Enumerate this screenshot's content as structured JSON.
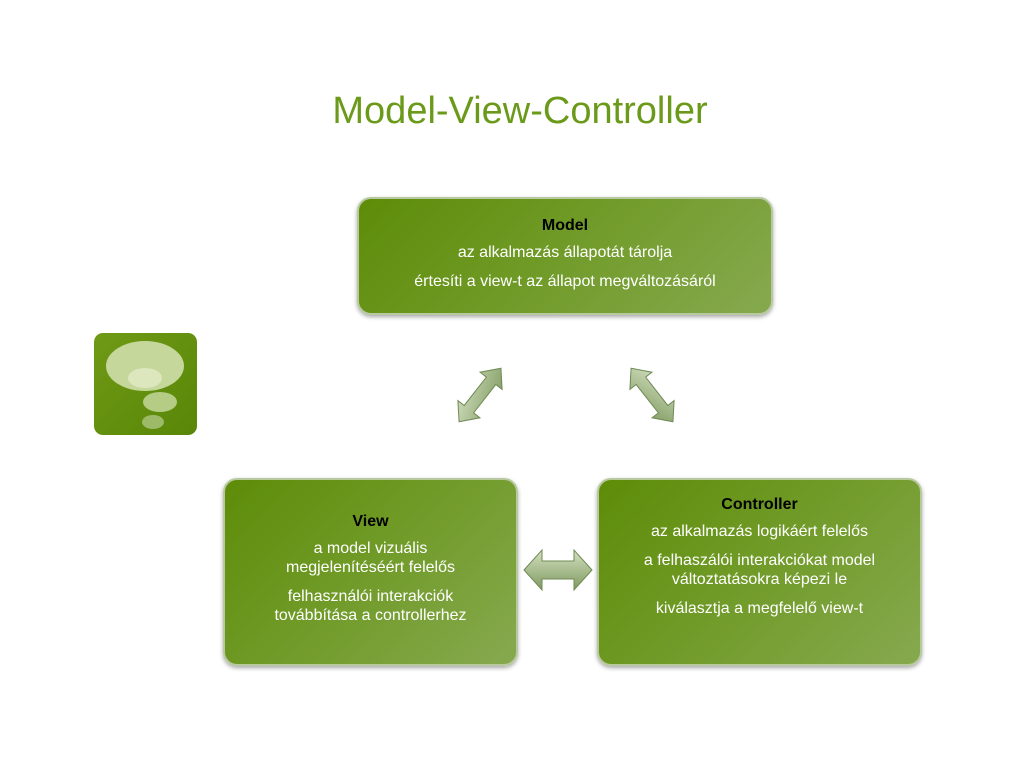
{
  "title": "Model-View-Controller",
  "model": {
    "heading": "Model",
    "lines": [
      "az alkalmazás állapotát tárolja",
      "értesíti a view-t az állapot megváltozásáról"
    ]
  },
  "view": {
    "heading": "View",
    "lines": [
      "a model vizuális\nmegjelenítéséért felelős",
      "felhasználói interakciók\ntovábbítása a controllerhez"
    ]
  },
  "controller": {
    "heading": "Controller",
    "lines": [
      "az alkalmazás logikáért felelős",
      "a felhaszálói interakciókat model\nváltoztatásokra képezi le",
      "kiválasztja a megfelelő view-t"
    ]
  },
  "colors": {
    "title": "#6b9a1a",
    "box_dark": "#5e8c08",
    "box_light": "#86a94f",
    "arrow_light": "#c6d6ae",
    "arrow_dark": "#7f9a60"
  },
  "icons": [
    "speech-bubble-icon",
    "double-arrow-icon"
  ]
}
